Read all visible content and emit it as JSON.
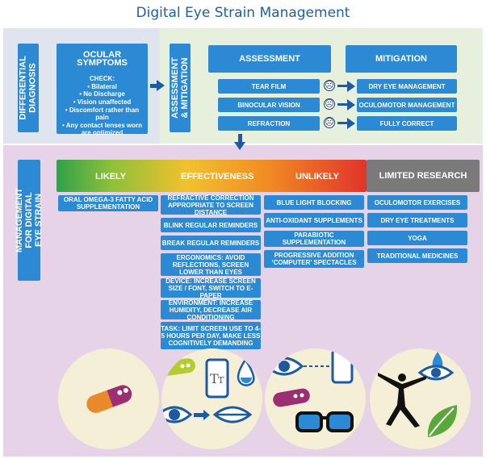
{
  "title": "Digital Eye Strain Management",
  "differential_diagnosis": "DIFFERENTIAL DIAGNOSIS",
  "ocular_symptoms": {
    "heading": "OCULAR SYMPTOMS",
    "check": "CHECK:",
    "items": [
      "• Bilateral",
      "• No Discharge",
      "• Vision unaffected",
      "• Discomfort rather than pain",
      "• Any contact lenses worn are optimized"
    ]
  },
  "assessment_mitigation_label": "ASSESSMENT & MITIGATION",
  "assessment": {
    "heading": "ASSESSMENT",
    "items": [
      "TEAR FILM",
      "BINOCULAR VISION",
      "REFRACTION"
    ]
  },
  "mitigation": {
    "heading": "MITIGATION",
    "items": [
      "DRY EYE MANAGEMENT",
      "OCULOMOTOR MANAGEMENT",
      "FULLY CORRECT"
    ]
  },
  "management_label": "MANAGEMENT FOR DIGITAL EYE STRAIN",
  "effectiveness": {
    "likely": "LIKELY",
    "effectiveness": "EFFECTIVENESS",
    "unlikely": "UNLIKELY",
    "limited": "LIMITED RESEARCH"
  },
  "likely_items": [
    "ORAL OMEGA-3 FATTY ACID SUPPLEMENTATION"
  ],
  "effective_items": [
    "REFRACTIVE CORRECTION APPROPRIATE TO SCREEN DISTANCE",
    "BLINK REGULAR REMINDERS",
    "BREAK REGULAR REMINDERS",
    "ERGONOMICS: AVOID REFLECTIONS, SCREEN LOWER THAN EYES",
    "DEVICE: INCREASE SCREEN SIZE / FONT, SWITCH TO E-PAPER",
    "ENVIRONMENT: INCREASE HUMIDITY, DECREASE AIR CONDITIONING",
    "TASK: LIMIT SCREEN USE TO 4-5 HOURS PER DAY, MAKE LESS COGNITIVELY DEMANDING"
  ],
  "unlikely_items": [
    "BLUE LIGHT BLOCKING",
    "ANTI-OXIDANT SUPPLEMENTS",
    "PARABIOTIC SUPPLEMENTATION",
    "PROGRESSIVE ADDITION ‘COMPUTER’ SPECTACLES"
  ],
  "limited_items": [
    "OCULOMOTOR EXERCISES",
    "DRY EYE TREATMENTS",
    "YOGA",
    "TRADITIONAL MEDICINES"
  ],
  "icons": {
    "font_icon_text": "TT",
    "colors": {
      "blue": "#2b8ad3",
      "dark_blue": "#1e5aa0",
      "pill_purple": "#9c2f73",
      "pill_yellow": "#d9c42a",
      "leaf_green": "#5aa83c"
    }
  }
}
